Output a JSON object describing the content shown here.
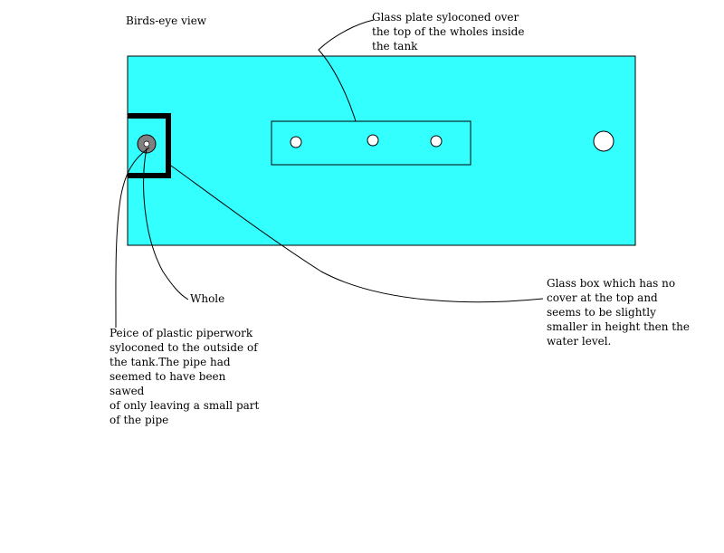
{
  "title": "Birds-eye view",
  "labels": {
    "glass_plate": "Glass plate syloconed over\nthe top of the wholes inside\nthe tank",
    "whole": "Whole",
    "pipe": "Peice of  plastic piperwork\nsyloconed to the outside of\nthe tank.The pipe had\nseemed to have been sawed\nof only leaving a small part\nof the pipe",
    "glass_box": "Glass box which has no\ncover at the top and\nseems to be slightly\nsmaller in height then the\nwater level."
  },
  "colors": {
    "water": "#33ffff",
    "outline": "#000000",
    "pipe_fill": "#808080",
    "hole_fill": "#ffffff"
  }
}
